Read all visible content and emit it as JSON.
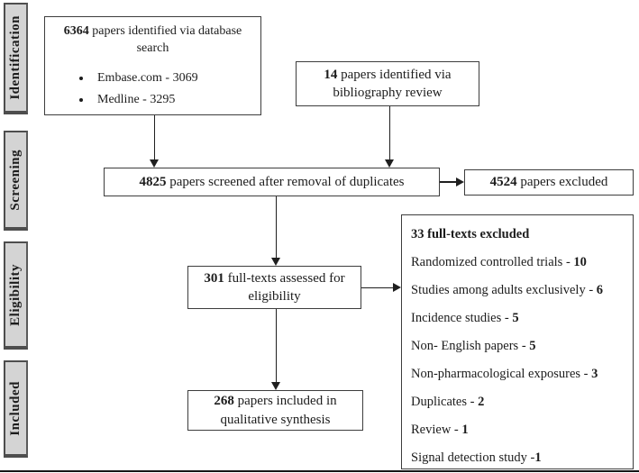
{
  "colors": {
    "background": "#ffffff",
    "stage_fill": "#d4d4d4",
    "box_border": "#3d3d3d",
    "text": "#1c1c1c",
    "arrow": "#1f1f1f"
  },
  "stages": [
    "Identification",
    "Screening",
    "Eligibility",
    "Included"
  ],
  "nodes": {
    "database_search": {
      "count": "6364",
      "label": " papers identified via database search",
      "bullets": [
        "Embase.com - 3069",
        "Medline - 3295"
      ]
    },
    "bibliography_review": {
      "count": "14",
      "label": " papers identified via bibliography review"
    },
    "screened": {
      "count": "4825",
      "label": " papers screened after removal of duplicates"
    },
    "papers_excluded": {
      "count": "4524",
      "label": " papers excluded"
    },
    "fulltext_assessed": {
      "count": "301",
      "label": " full-texts assessed for eligibility"
    },
    "fulltext_excluded": {
      "title": "33 full-texts excluded",
      "items": [
        {
          "label": "Randomized controlled trials - ",
          "count": "10"
        },
        {
          "label": "Studies among adults exclusively - ",
          "count": "6"
        },
        {
          "label": "Incidence studies - ",
          "count": "5"
        },
        {
          "label": "Non- English papers - ",
          "count": "5"
        },
        {
          "label": "Non-pharmacological exposures - ",
          "count": "3"
        },
        {
          "label": "Duplicates - ",
          "count": "2"
        },
        {
          "label": "Review - ",
          "count": "1"
        },
        {
          "label": "Signal detection study -",
          "count": "1"
        }
      ]
    },
    "included_synthesis": {
      "count": "268",
      "label": " papers included in qualitative synthesis"
    }
  }
}
